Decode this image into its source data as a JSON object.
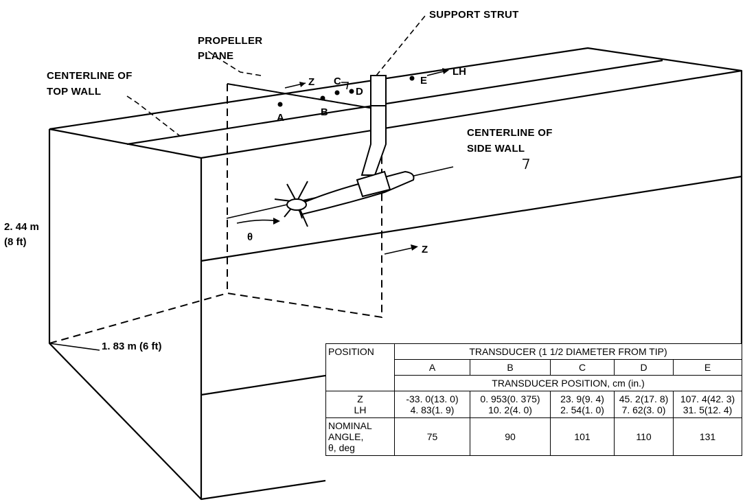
{
  "labels": {
    "support_strut": "SUPPORT STRUT",
    "propeller_plane_1": "PROPELLER",
    "propeller_plane_2": "PLANE",
    "centerline_top_1": "CENTERLINE OF",
    "centerline_top_2": "TOP WALL",
    "centerline_side_1": "CENTERLINE OF",
    "centerline_side_2": "SIDE WALL",
    "z_top": "Z",
    "z_bottom": "Z",
    "lh": "LH",
    "theta": "θ",
    "point_a": "A",
    "point_b": "B",
    "point_c": "C",
    "point_d": "D",
    "point_e": "E",
    "height_m": "2. 44 m",
    "height_ft": "(8 ft)",
    "width": "1. 83 m (6 ft)"
  },
  "table": {
    "position_header": "POSITION",
    "transducer_header": "TRANSDUCER (1 1/2 DIAMETER FROM TIP)",
    "columns": [
      "A",
      "B",
      "C",
      "D",
      "E"
    ],
    "subheader": "TRANSDUCER POSITION, cm (in.)",
    "z_label": "Z",
    "lh_label": "LH",
    "z_values": [
      "-33. 0(13. 0)",
      "0. 953(0. 375)",
      "23. 9(9. 4)",
      "45. 2(17. 8)",
      "107. 4(42. 3)"
    ],
    "lh_values": [
      "4. 83(1. 9)",
      "10. 2(4. 0)",
      "2. 54(1. 0)",
      "7. 62(3. 0)",
      "31. 5(12. 4)"
    ],
    "angle_label_1": "NOMINAL",
    "angle_label_2": "ANGLE,",
    "angle_label_3": "θ, deg",
    "angles": [
      "75",
      "90",
      "101",
      "110",
      "131"
    ]
  }
}
